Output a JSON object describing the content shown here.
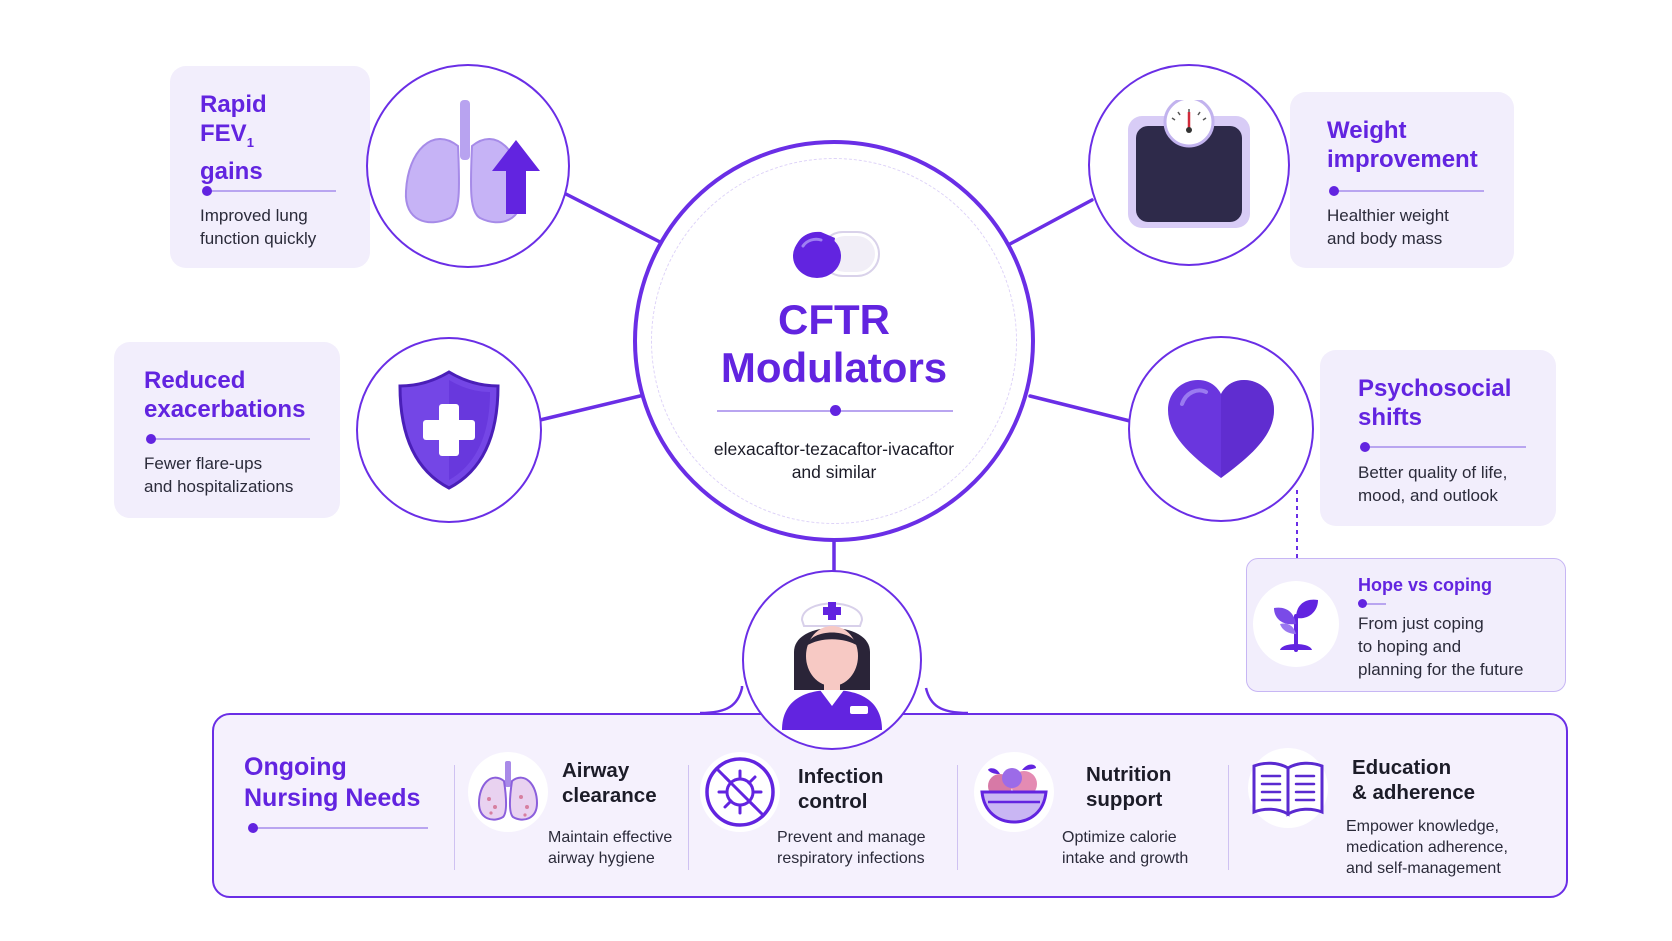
{
  "center": {
    "title_line1": "CFTR",
    "title_line2": "Modulators",
    "subtitle_line1": "elexacaftor-tezacaftor-ivacaftor",
    "subtitle_line2": "and similar"
  },
  "benefits": {
    "fev": {
      "title_line1": "Rapid",
      "title_line2": "FEV",
      "title_sub": "1",
      "title_line3": "gains",
      "desc_line1": "Improved lung",
      "desc_line2": "function quickly",
      "icon": "lungs-arrow-up-icon"
    },
    "exacerbations": {
      "title_line1": "Reduced",
      "title_line2": "exacerbations",
      "desc_line1": "Fewer flare-ups",
      "desc_line2": "and hospitalizations",
      "icon": "shield-cross-icon"
    },
    "weight": {
      "title_line1": "Weight",
      "title_line2": "improvement",
      "desc_line1": "Healthier weight",
      "desc_line2": "and body mass",
      "icon": "weight-scale-icon"
    },
    "psychosocial": {
      "title_line1": "Psychosocial",
      "title_line2": "shifts",
      "desc_line1": "Better quality of life,",
      "desc_line2": "mood, and outlook",
      "icon": "heart-icon"
    },
    "hope": {
      "title": "Hope vs coping",
      "desc_line1": "From just coping",
      "desc_line2": "to hoping and",
      "desc_line3": "planning for the future",
      "icon": "sprout-icon"
    }
  },
  "nursing": {
    "title_line1": "Ongoing",
    "title_line2": "Nursing Needs",
    "icon": "nurse-icon",
    "needs": [
      {
        "title_line1": "Airway",
        "title_line2": "clearance",
        "desc_line1": "Maintain effective",
        "desc_line2": "airway hygiene",
        "desc_line3": "",
        "icon": "lungs-icon"
      },
      {
        "title_line1": "Infection",
        "title_line2": "control",
        "desc_line1": "Prevent and manage",
        "desc_line2": "respiratory infections",
        "desc_line3": "",
        "icon": "virus-crossed-icon"
      },
      {
        "title_line1": "Nutrition",
        "title_line2": "support",
        "desc_line1": "Optimize calorie",
        "desc_line2": "intake and growth",
        "desc_line3": "",
        "icon": "fruit-bowl-icon"
      },
      {
        "title_line1": "Education",
        "title_line2": "& adherence",
        "desc_line1": "Empower knowledge,",
        "desc_line2": "medication adherence,",
        "desc_line3": "and self-management",
        "icon": "open-book-icon"
      }
    ]
  },
  "colors": {
    "accent": "#6224e0",
    "ring": "#6a2ee6",
    "card_bg": "#f2eefc",
    "rule": "#b9a5f0"
  }
}
